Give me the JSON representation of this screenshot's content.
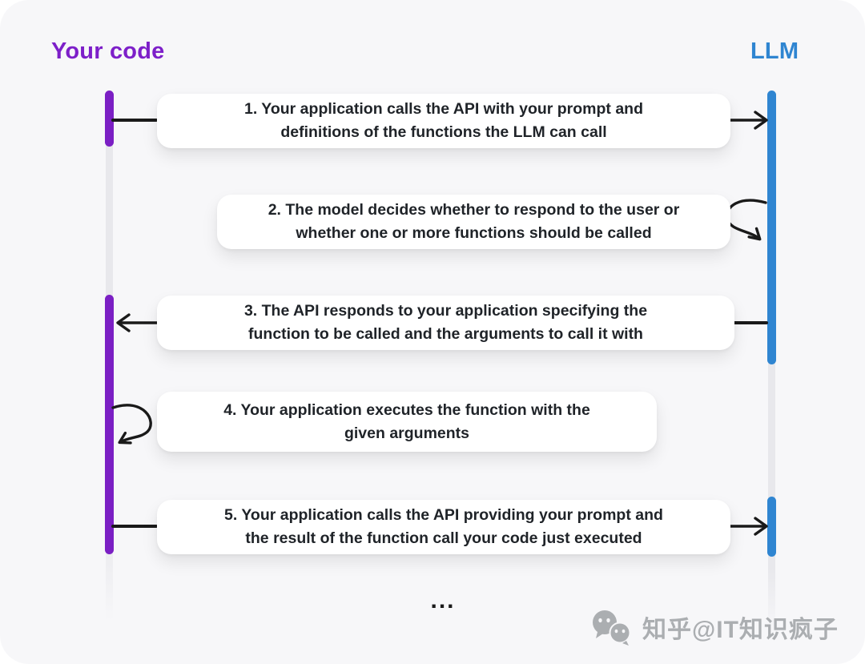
{
  "actors": {
    "left": "Your code",
    "right": "LLM"
  },
  "colors": {
    "left_accent": "#7d1fc9",
    "right_accent": "#2f85d1",
    "arrow": "#1a1a1a",
    "panel_bg": "#f7f7f9",
    "lifeline_track": "#e8e8ec",
    "box_bg": "#ffffff",
    "box_text": "#1f2328",
    "watermark_gray": "#8f9296"
  },
  "messages": [
    {
      "from": "your-code",
      "to": "llm",
      "arrow": "right",
      "lines": [
        "1. Your application calls the API with your prompt and",
        "definitions of the functions the LLM can call"
      ]
    },
    {
      "from": "llm",
      "to": "llm",
      "arrow": "self-loop",
      "lines": [
        "2. The model decides whether to respond to the user or",
        "whether one or more functions should be called"
      ]
    },
    {
      "from": "llm",
      "to": "your-code",
      "arrow": "left",
      "lines": [
        "3. The API responds to your application specifying the",
        "function to be called and the arguments to call it with"
      ]
    },
    {
      "from": "your-code",
      "to": "your-code",
      "arrow": "self-loop",
      "lines": [
        "4. Your application executes the function with the",
        "given  arguments"
      ]
    },
    {
      "from": "your-code",
      "to": "llm",
      "arrow": "right",
      "lines": [
        "5. Your application calls the API providing your prompt and",
        "the result of the function call your code just executed"
      ]
    }
  ],
  "ellipsis": "...",
  "watermark": {
    "icon": "chat-bubbles-icon",
    "text": "知乎@IT知识疯子"
  }
}
